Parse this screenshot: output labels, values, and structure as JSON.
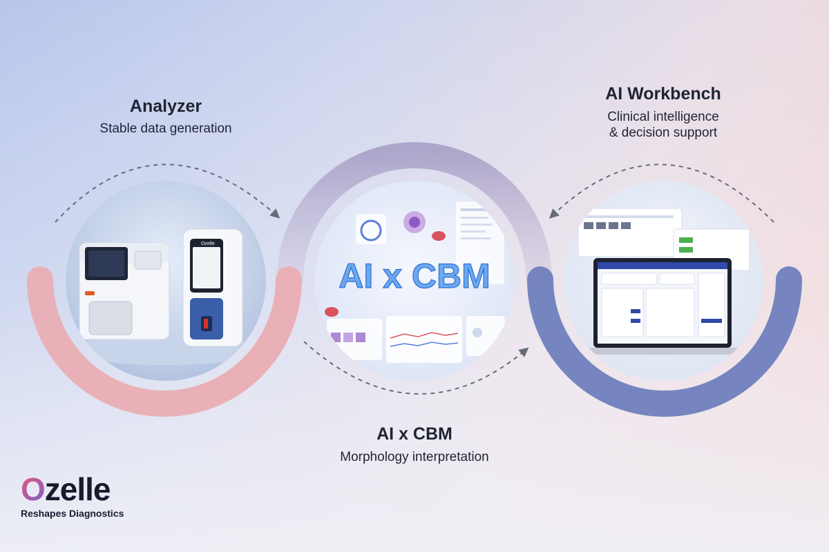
{
  "stages": [
    {
      "id": "analyzer",
      "title": "Analyzer",
      "subtitle": [
        "Stable data generation"
      ]
    },
    {
      "id": "ai-cbm",
      "title": "AI x CBM",
      "subtitle": [
        "Morphology interpretation"
      ],
      "image_text": "AI x CBM"
    },
    {
      "id": "ai-workbench",
      "title": "AI Workbench",
      "subtitle": [
        "Clinical intelligence",
        "& decision support"
      ]
    }
  ],
  "brand": {
    "name": "Ozelle",
    "tagline": "Reshapes Diagnostics",
    "colors": {
      "pink": "#e7a7ad",
      "blue": "#7585bf",
      "accent": "#7b5cd6"
    }
  },
  "device": {
    "screen_brand": "Ozelle"
  },
  "colors": {
    "band_pink": "#e9aeb3",
    "band_blue": "#6f80bd",
    "band_mauve": "#a9a3c8",
    "arrow": "#666b78"
  }
}
